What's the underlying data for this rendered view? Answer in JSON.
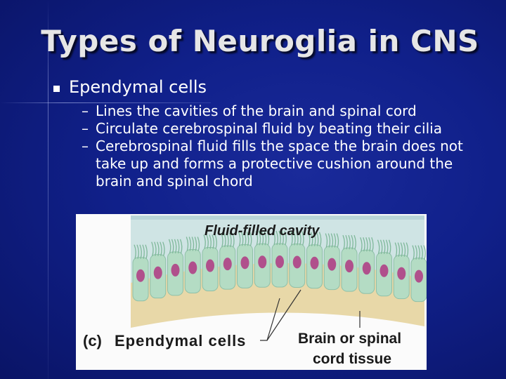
{
  "slide": {
    "title": "Types of Neuroglia in CNS",
    "bullet": "Ependymal cells",
    "sub_bullets": [
      "Lines the cavities of the brain and spinal cord",
      "Circulate cerebrospinal fluid by beating their cilia",
      "Cerebrospinal fluid fills the space the brain does not take up and forms a protective cushion around the brain and spinal chord"
    ],
    "dash": "–"
  },
  "figure": {
    "cavity_label": "Fluid-filled  cavity",
    "panel_label": "(c)",
    "cells_label": "Ependymal cells",
    "tissue_label_1": "Brain or spinal",
    "tissue_label_2": "cord tissue"
  },
  "colors": {
    "background": "#10208a",
    "cavity": "#cfe4e4",
    "cells": "#b4dcc4",
    "nucleus": "#b0508c",
    "tissue": "#e8d8a8"
  }
}
